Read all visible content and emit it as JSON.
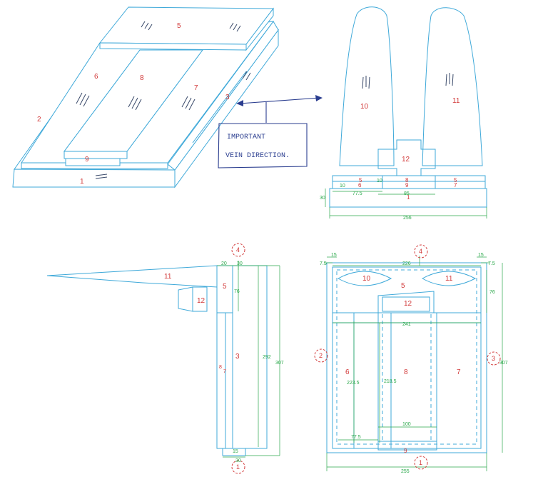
{
  "note": {
    "line1": "IMPORTANT",
    "line2": "VEIN DIRECTION."
  },
  "iso": {
    "p1": "1",
    "p2": "2",
    "p3": "3",
    "p5": "5",
    "p6": "6",
    "p7": "7",
    "p8": "8",
    "p9": "9"
  },
  "front": {
    "p10": "10",
    "p11": "11",
    "p12": "12",
    "p5a": "5",
    "p5b": "5",
    "p6": "6",
    "p8": "8",
    "p9": "9",
    "p7": "7",
    "p1": "1",
    "d10a": "10",
    "d10b": "10",
    "d30": "30",
    "d77_5": "77.5",
    "d85": "85",
    "d256": "256"
  },
  "side": {
    "p11": "11",
    "p12": "12",
    "p5": "5",
    "p3": "3",
    "p8": "8",
    "p7": "7",
    "c4": "4",
    "c1": "1",
    "d20": "20",
    "d30": "30",
    "d76": "76",
    "d292": "292",
    "d307": "307",
    "d15": "15",
    "d30b": "30"
  },
  "top": {
    "p10": "10",
    "p11": "11",
    "p5": "5",
    "p12": "12",
    "p6": "6",
    "p8": "8",
    "p7": "7",
    "p9": "9",
    "c4": "4",
    "c2": "2",
    "c3": "3",
    "c1": "1",
    "d15a": "15",
    "d15b": "15",
    "d7_5a": "7.5",
    "d7_5b": "7.5",
    "d226": "226",
    "d76": "76",
    "d241": "241",
    "d223_5": "223.5",
    "d218_5": "218.5",
    "d307": "307",
    "d100": "100",
    "d77_5": "77.5",
    "d255": "255"
  }
}
